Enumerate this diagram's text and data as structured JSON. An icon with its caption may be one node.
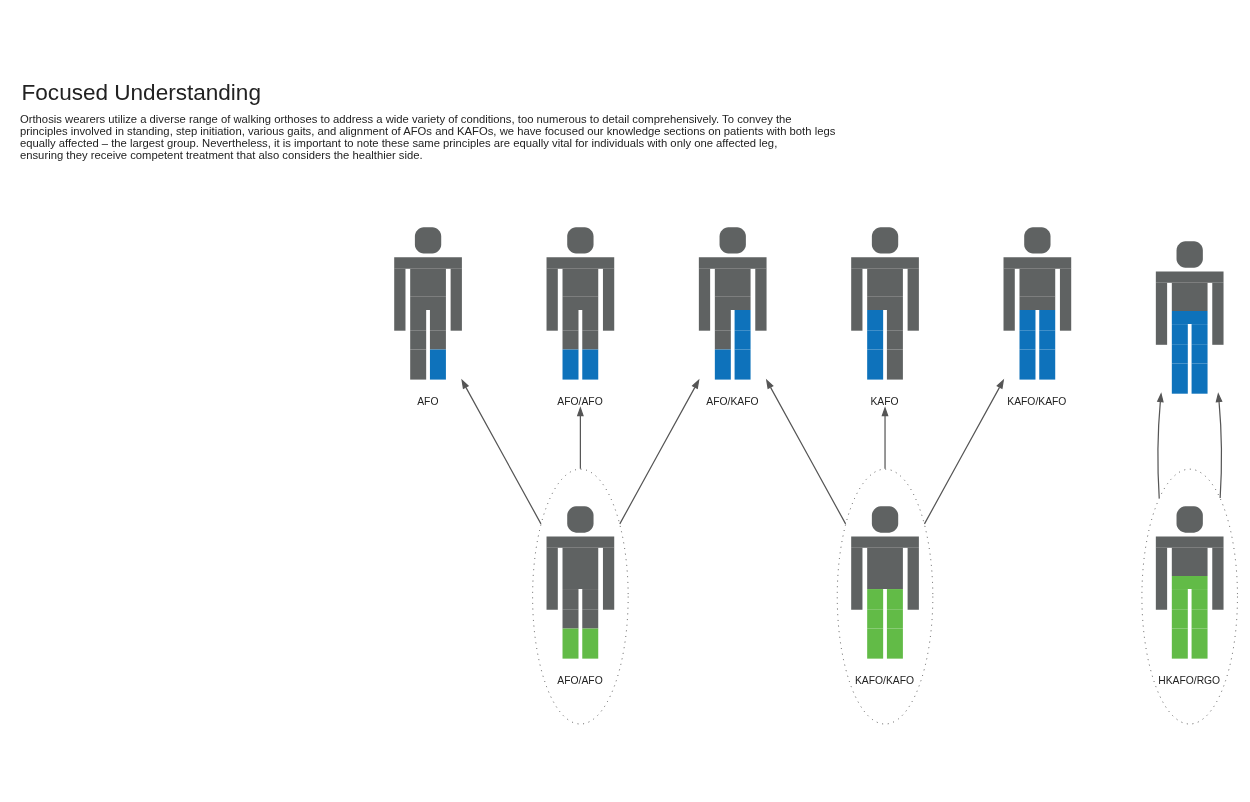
{
  "diagram": {
    "title": "Focused Understanding",
    "nodes": [
      {
        "text": [
          "AFO"
        ]
      },
      {
        "text": [
          "AFO/AFO"
        ]
      },
      {
        "text": [
          "AFO/KAFO"
        ]
      },
      {
        "text": [
          "KAFO"
        ]
      },
      {
        "text": [
          "KAFO/KAFO"
        ]
      },
      {
        "text": [],
        "shape": "person"
      },
      {
        "text": [
          "AFO/AFO"
        ]
      },
      {
        "text": [
          "KAFO/KAFO"
        ]
      },
      {
        "text": [
          "HKAFO/RGO"
        ]
      }
    ],
    "edges": [
      {
        "from": 6,
        "to": 0,
        "arrow": "to"
      },
      {
        "from": 6,
        "to": 1,
        "arrow": "to"
      },
      {
        "from": 6,
        "to": 2,
        "arrow": "to"
      },
      {
        "from": 7,
        "to": 2,
        "arrow": "to"
      },
      {
        "from": 7,
        "to": 3,
        "arrow": "to"
      },
      {
        "from": 7,
        "to": 4,
        "arrow": "to"
      },
      {
        "from": 8,
        "to": 5,
        "arrow": "to"
      },
      {
        "from": 8,
        "to": 5,
        "arrow": "to"
      }
    ],
    "labels": [
      "Orthosis wearers utilize a diverse range of walking orthoses to address a wide variety of conditions, too numerous to detail comprehensively. To convey the principles involved in standing, step initiation, various gaits, and alignment of AFOs and KAFOs, we have focused our knowledge sections on patients with both legs equally affected – the largest group. Nevertheless, it is important to note these same principles are equally vital for individuals with only one affected leg, ensuring they receive competent treatment that also considers the healthier side."
    ]
  }
}
